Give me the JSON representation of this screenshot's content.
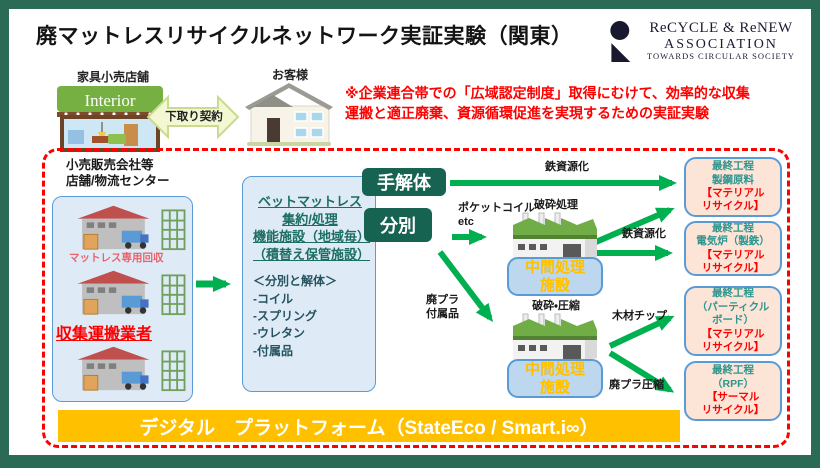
{
  "title": "廃マットレスリサイクルネットワーク実証実験（関東）",
  "logo": {
    "line1": "ReCYCLE & ReNEW",
    "line2": "ASSOCIATION",
    "line3": "TOWARDS CIRCULAR SOCIETY"
  },
  "intake": {
    "store_label": "家具小売店舗",
    "store_sign": "Interior",
    "contract_label": "下取り契約",
    "customer_label": "お客様"
  },
  "note": {
    "line1": "※企業連合帯での「広域認定制度」取得にむけて、効率的な収集",
    "line2": "運搬と適正廃棄、資源循環促進を実現するための実証実験"
  },
  "collection": {
    "header1": "小売販売会社等",
    "header2": "店舗/物流センター",
    "recovery": "マットレス専用回収",
    "carrier": "収集運搬業者"
  },
  "aggregation": {
    "title1": "ベットマットレス",
    "title2": "集約/処理",
    "title3": "機能施設（地域毎）",
    "title4": "（積替え保管施設）",
    "subtitle": "＜分別と解体＞",
    "items": [
      "-コイル",
      "-スプリング",
      "-ウレタン",
      "-付属品"
    ]
  },
  "badges": {
    "manual": "手解体",
    "sort": "分別"
  },
  "labels": {
    "iron_top": "鉄資源化",
    "pocket1": "ポケットコイル",
    "pocket2": "etc",
    "iron_mid": "鉄資源化",
    "plastic1": "廃プラ",
    "plastic2": "付属品",
    "wood": "木材チップ",
    "plastic_comp": "廃プラ圧縮"
  },
  "facility1": {
    "process": "破砕処理",
    "name1": "中間処理",
    "name2": "施設"
  },
  "facility2": {
    "process": "破砕・圧縮",
    "name1": "中間処理",
    "name2": "施設"
  },
  "finals": [
    {
      "lines": [
        "最終工程",
        "製鋼原料"
      ],
      "recycle": [
        "【マテリアル",
        "リサイクル】"
      ]
    },
    {
      "lines": [
        "最終工程",
        "電気炉（製鉄）"
      ],
      "recycle": [
        "【マテリアル",
        "リサイクル】"
      ]
    },
    {
      "lines": [
        "最終工程",
        "（パーティクル",
        "ボード）"
      ],
      "recycle": [
        "【マテリアル",
        "リサイクル】"
      ]
    },
    {
      "lines": [
        "最終工程",
        "（RPF）"
      ],
      "recycle": [
        "【サーマル",
        "リサイクル】"
      ]
    }
  ],
  "platform": "デジタル　プラットフォーム（StateEco / Smart.i∞）",
  "colors": {
    "frame_green": "#2B6A55",
    "arrow_green": "#00B050",
    "badge_green": "#166352",
    "box_blue_bg": "#DEEBF7",
    "box_blue_border": "#5B9BD5",
    "facility_label_bg": "#BDD7EE",
    "facility_label_text": "#FFC000",
    "final_box_bg": "#FCE4D6",
    "final_text_teal": "#2E958F",
    "alert_red": "#FF0000",
    "platform_orange": "#FFC000"
  }
}
